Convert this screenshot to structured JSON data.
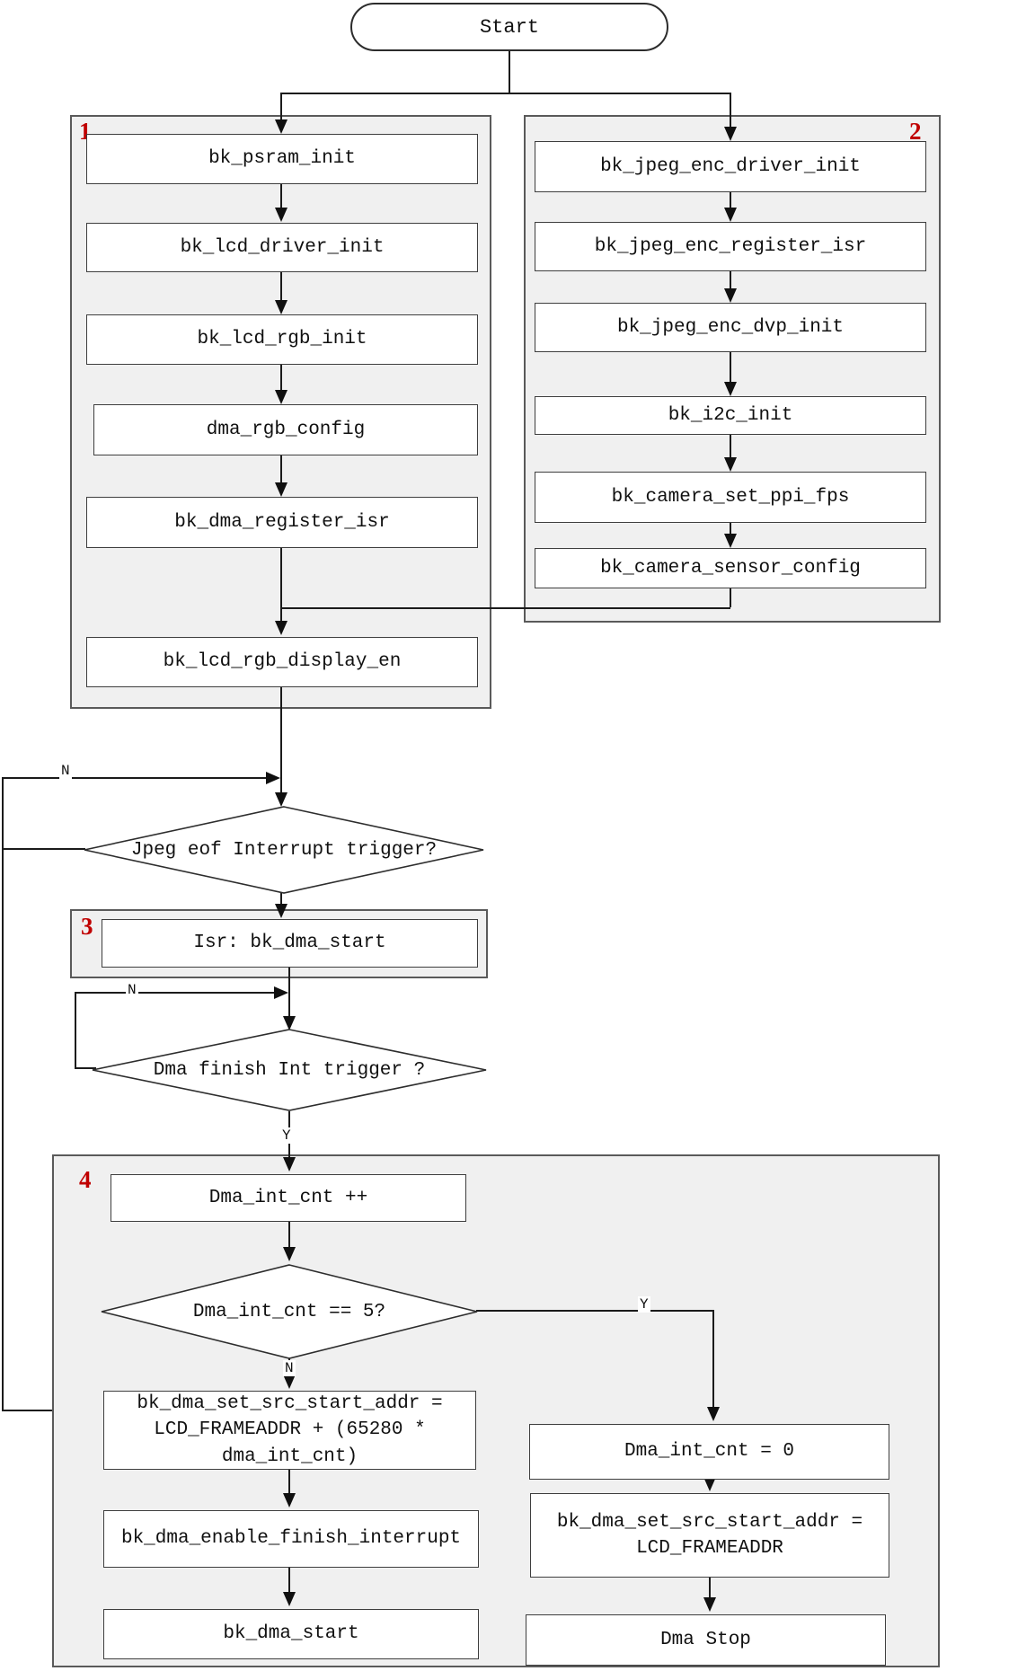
{
  "colors": {
    "group_fill": "#f0f0f0",
    "box_fill": "#ffffff",
    "line": "#1b1b1b",
    "group_number_red": "#c00000"
  },
  "flow": {
    "start_label": "Start",
    "labels": {
      "n": "N",
      "y": "Y"
    },
    "group1": {
      "number": "1",
      "boxes": [
        "bk_psram_init",
        "bk_lcd_driver_init",
        "bk_lcd_rgb_init",
        "dma_rgb_config",
        "bk_dma_register_isr",
        "bk_lcd_rgb_display_en"
      ]
    },
    "group2": {
      "number": "2",
      "boxes": [
        "bk_jpeg_enc_driver_init",
        "bk_jpeg_enc_register_isr",
        "bk_jpeg_enc_dvp_init",
        "bk_i2c_init",
        "bk_camera_set_ppi_fps",
        "bk_camera_sensor_config"
      ]
    },
    "decision1": "Jpeg eof Interrupt trigger?",
    "group3": {
      "number": "3",
      "boxes": [
        "Isr: bk_dma_start"
      ]
    },
    "decision2": "Dma finish Int trigger ?",
    "group4": {
      "number": "4",
      "entry": "Dma_int_cnt ++",
      "decision": "Dma_int_cnt == 5?",
      "n_branch": [
        "bk_dma_set_src_start_addr =\nLCD_FRAMEADDR + (65280 *\ndma_int_cnt)",
        "bk_dma_enable_finish_interrupt",
        "bk_dma_start"
      ],
      "y_branch": [
        "Dma_int_cnt = 0",
        "bk_dma_set_src_start_addr =\nLCD_FRAMEADDR",
        "Dma Stop"
      ]
    }
  }
}
